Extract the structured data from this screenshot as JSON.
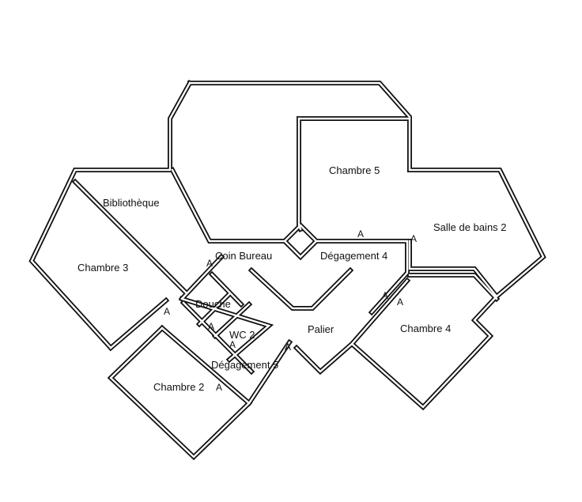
{
  "rooms": {
    "chambre5": "Chambre 5",
    "bibliotheque": "Bibliothèque",
    "salle_de_bains_2": "Salle de bains 2",
    "chambre3": "Chambre 3",
    "coin_bureau": "Coin Bureau",
    "degagement4": "Dégagement 4",
    "douche": "Douche",
    "wc2": "WC 2",
    "palier": "Palier",
    "chambre4": "Chambre 4",
    "degagement5": "Dégagement 5",
    "chambre2": "Chambre 2"
  },
  "door_marker": "A"
}
